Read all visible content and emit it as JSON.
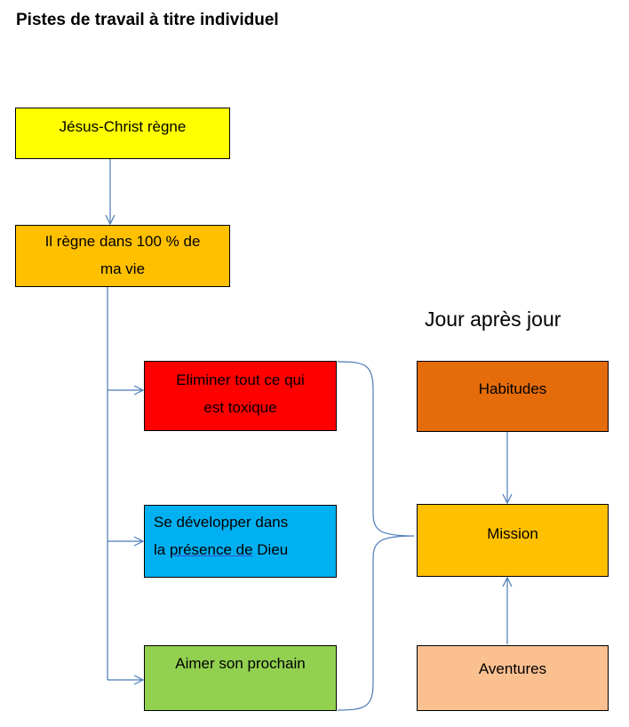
{
  "title": "Pistes de travail à titre individuel",
  "side_title": "Jour après jour",
  "colors": {
    "connector": "#4a7bb7",
    "jesus": "#ffff00",
    "regne": "#ffc000",
    "eliminer": "#ff0000",
    "developper": "#00b0f0",
    "aimer": "#92d050",
    "habitudes": "#e46c0a",
    "mission": "#ffc000",
    "aventures": "#fac090"
  },
  "boxes": {
    "jesus": {
      "line1": "Jésus-Christ règne"
    },
    "regne": {
      "line1": "Il règne dans 100 % de",
      "line2": "ma vie"
    },
    "eliminer": {
      "line1": "Eliminer tout ce qui",
      "line2": "est toxique"
    },
    "developper": {
      "line1": "Se développer dans",
      "line2_prefix": "la ",
      "line2_link": "présence  de",
      "line2_suffix": " Dieu"
    },
    "aimer": {
      "line1": "Aimer son prochain"
    },
    "habitudes": {
      "line1": "Habitudes"
    },
    "mission": {
      "line1": "Mission"
    },
    "aventures": {
      "line1": "Aventures"
    }
  }
}
